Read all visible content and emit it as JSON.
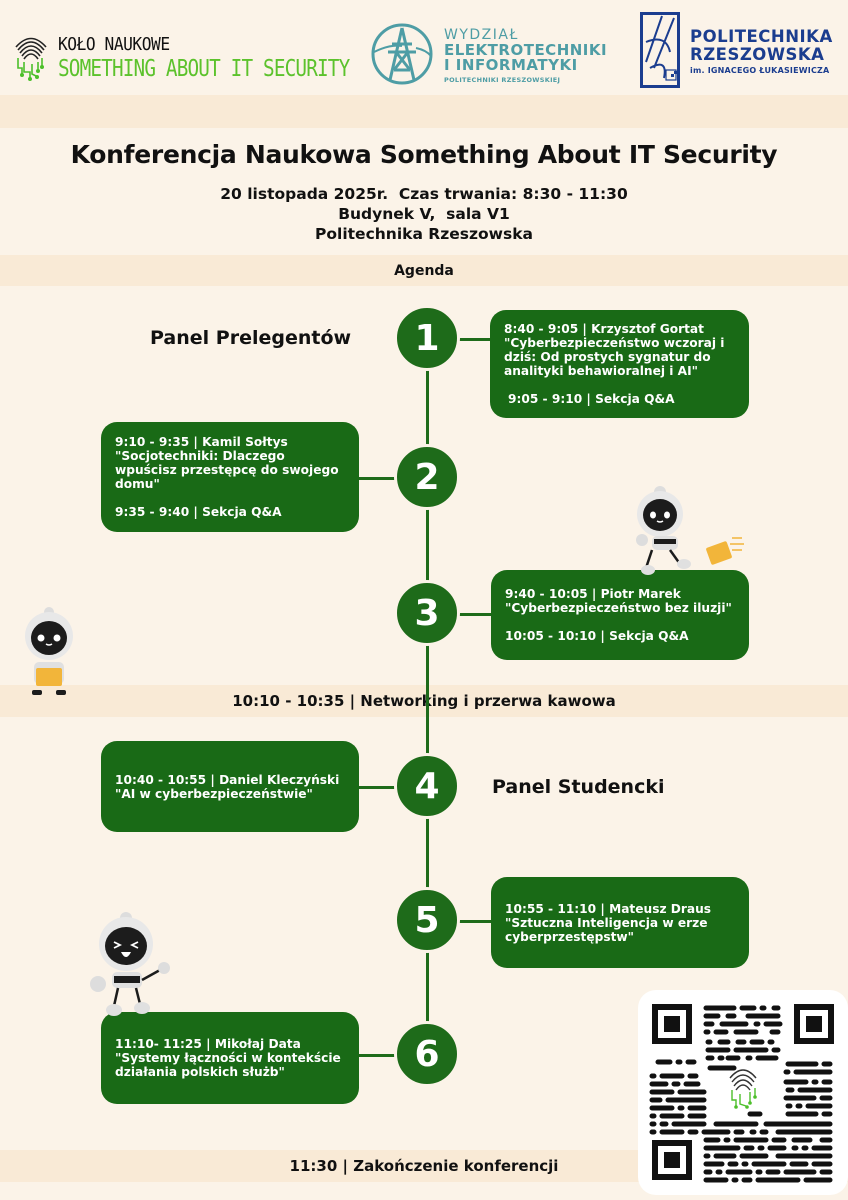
{
  "header": {
    "kolo_logo": {
      "line1": "KOŁO NAUKOWE",
      "line2": "SOMETHING ABOUT IT SECURITY"
    },
    "weii_logo": {
      "line1": "WYDZIAŁ",
      "line2": "ELEKTROTECHNIKI",
      "line3": "I INFORMATYKI",
      "line4": "POLITECHNIKI RZESZOWSKIEJ"
    },
    "prz_logo": {
      "line1": "POLITECHNIKA",
      "line2": "RZESZOWSKA",
      "line3": "im. IGNACEGO ŁUKASIEWICZA"
    }
  },
  "event": {
    "title": "Konferencja Naukowa Something About IT Security",
    "date_time": "20 listopada 2025r.  Czas trwania: 8:30 - 11:30",
    "location": "Budynek V,  sala V1",
    "institution": "Politechnika Rzeszowska"
  },
  "agenda": {
    "label": "Agenda",
    "panels": {
      "speakers": "Panel Prelegentów",
      "students": "Panel Studencki"
    },
    "items": [
      {
        "number": "1",
        "talk": "8:40 - 9:05 | Krzysztof Gortat \"Cyberbezpieczeństwo wczoraj i dziś: Od prostych sygnatur do analityki behawioralnej i AI\"",
        "qa": "9:05 - 9:10 | Sekcja Q&A"
      },
      {
        "number": "2",
        "talk": "9:10 - 9:35 | Kamil Sołtys \"Socjotechniki: Dlaczego wpuścisz przestępcę do swojego domu\"",
        "qa": "9:35 - 9:40 | Sekcja Q&A"
      },
      {
        "number": "3",
        "talk": "9:40 - 10:05 | Piotr Marek \"Cyberbezpieczeństwo bez iluzji\"",
        "qa": "10:05 - 10:10 | Sekcja Q&A"
      },
      {
        "number": "4",
        "talk": "10:40 - 10:55 | Daniel Kleczyński \"AI w cyberbezpieczeństwie\""
      },
      {
        "number": "5",
        "talk": "10:55 - 11:10 | Mateusz Draus \"Sztuczna Inteligencja w erze cyberprzestępstw\""
      },
      {
        "number": "6",
        "talk": "11:10- 11:25 | Mikołaj Data \"Systemy łączności w kontekście działania polskich służb\""
      }
    ],
    "break": "10:10 - 10:35 | Networking i przerwa kawowa",
    "closing": "11:30 | Zakończenie konferencji"
  },
  "colors": {
    "background": "#fbf3e8",
    "band": "#f9ead6",
    "card_green": "#196a16",
    "accent_green": "#5cc22c",
    "weii_teal": "#4e9da5",
    "prz_blue": "#1b3d8f"
  },
  "icons": {
    "kolo_logo": "fingerprint-circuit-icon",
    "weii_logo": "power-pylon-icon",
    "prz_logo": "prz-emblem-icon",
    "qr": "qr-code"
  }
}
